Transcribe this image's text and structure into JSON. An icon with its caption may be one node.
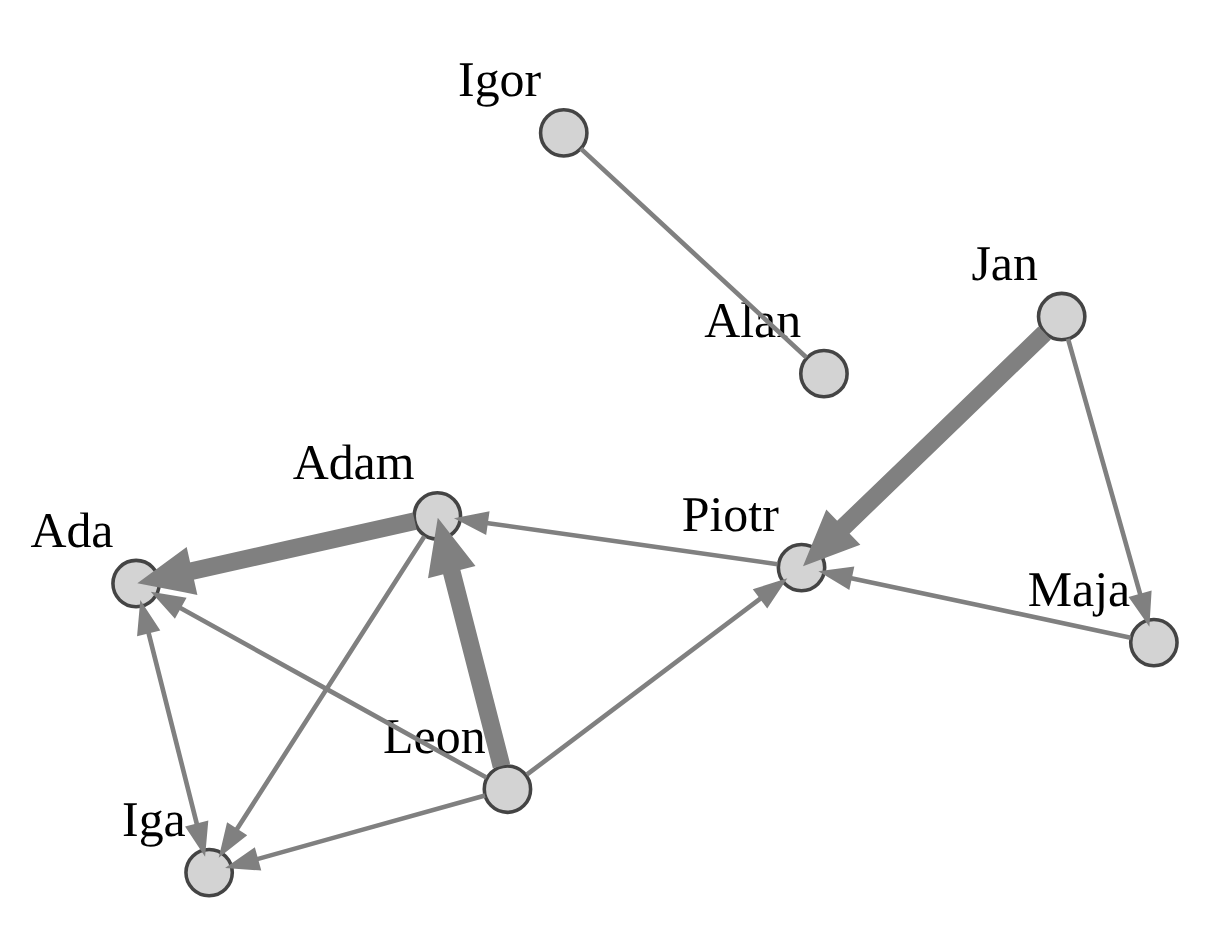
{
  "diagram": {
    "nodes": [
      {
        "text": [
          "Maja"
        ]
      },
      {
        "text": [
          "Jan"
        ]
      },
      {
        "text": [
          "Piotr"
        ]
      },
      {
        "text": [
          "Leon"
        ]
      },
      {
        "text": [
          "Adam"
        ]
      },
      {
        "text": [
          "Alan"
        ]
      },
      {
        "text": [
          "Igor"
        ]
      },
      {
        "text": [
          "Ada"
        ]
      },
      {
        "text": [
          "Iga"
        ]
      }
    ],
    "edges": [
      {
        "from": 1,
        "to": 0,
        "arrow": "to"
      },
      {
        "from": 0,
        "to": 2,
        "arrow": "to"
      },
      {
        "from": 1,
        "to": 2,
        "arrow": "to",
        "style": "thick"
      },
      {
        "from": 3,
        "to": 2,
        "arrow": "to"
      },
      {
        "from": 2,
        "to": 4,
        "arrow": "to"
      },
      {
        "from": 3,
        "to": 4,
        "arrow": "to",
        "style": "thick"
      },
      {
        "from": 4,
        "to": 7,
        "arrow": "to",
        "style": "thick"
      },
      {
        "from": 3,
        "to": 7,
        "arrow": "to"
      },
      {
        "from": 4,
        "to": 8,
        "arrow": "to"
      },
      {
        "from": 3,
        "to": 8,
        "arrow": "to"
      },
      {
        "from": 8,
        "to": 7,
        "arrow": "both"
      },
      {
        "from": 6,
        "to": 5,
        "arrow": "none"
      }
    ]
  }
}
